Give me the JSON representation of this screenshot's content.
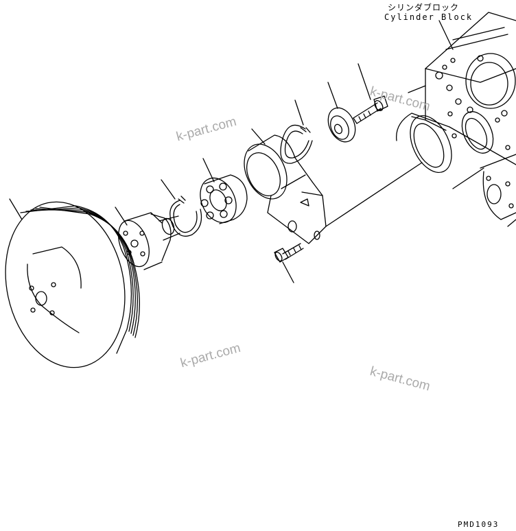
{
  "labels": {
    "jp_title": "シリンダブロック",
    "en_title": "Cylinder Block",
    "drawing_code": "PMD1093"
  },
  "watermarks": [
    "k-part.com",
    "k-part.com",
    "k-part.com",
    "k-part.com"
  ],
  "colors": {
    "line": "#000000",
    "watermark": "#aaaaaa",
    "background": "#ffffff"
  }
}
